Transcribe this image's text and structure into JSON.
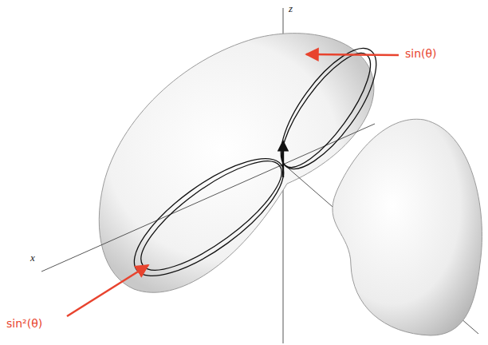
{
  "diagram": {
    "labels": [
      "z",
      "x",
      "sin(θ)",
      "sin²(θ)"
    ]
  }
}
